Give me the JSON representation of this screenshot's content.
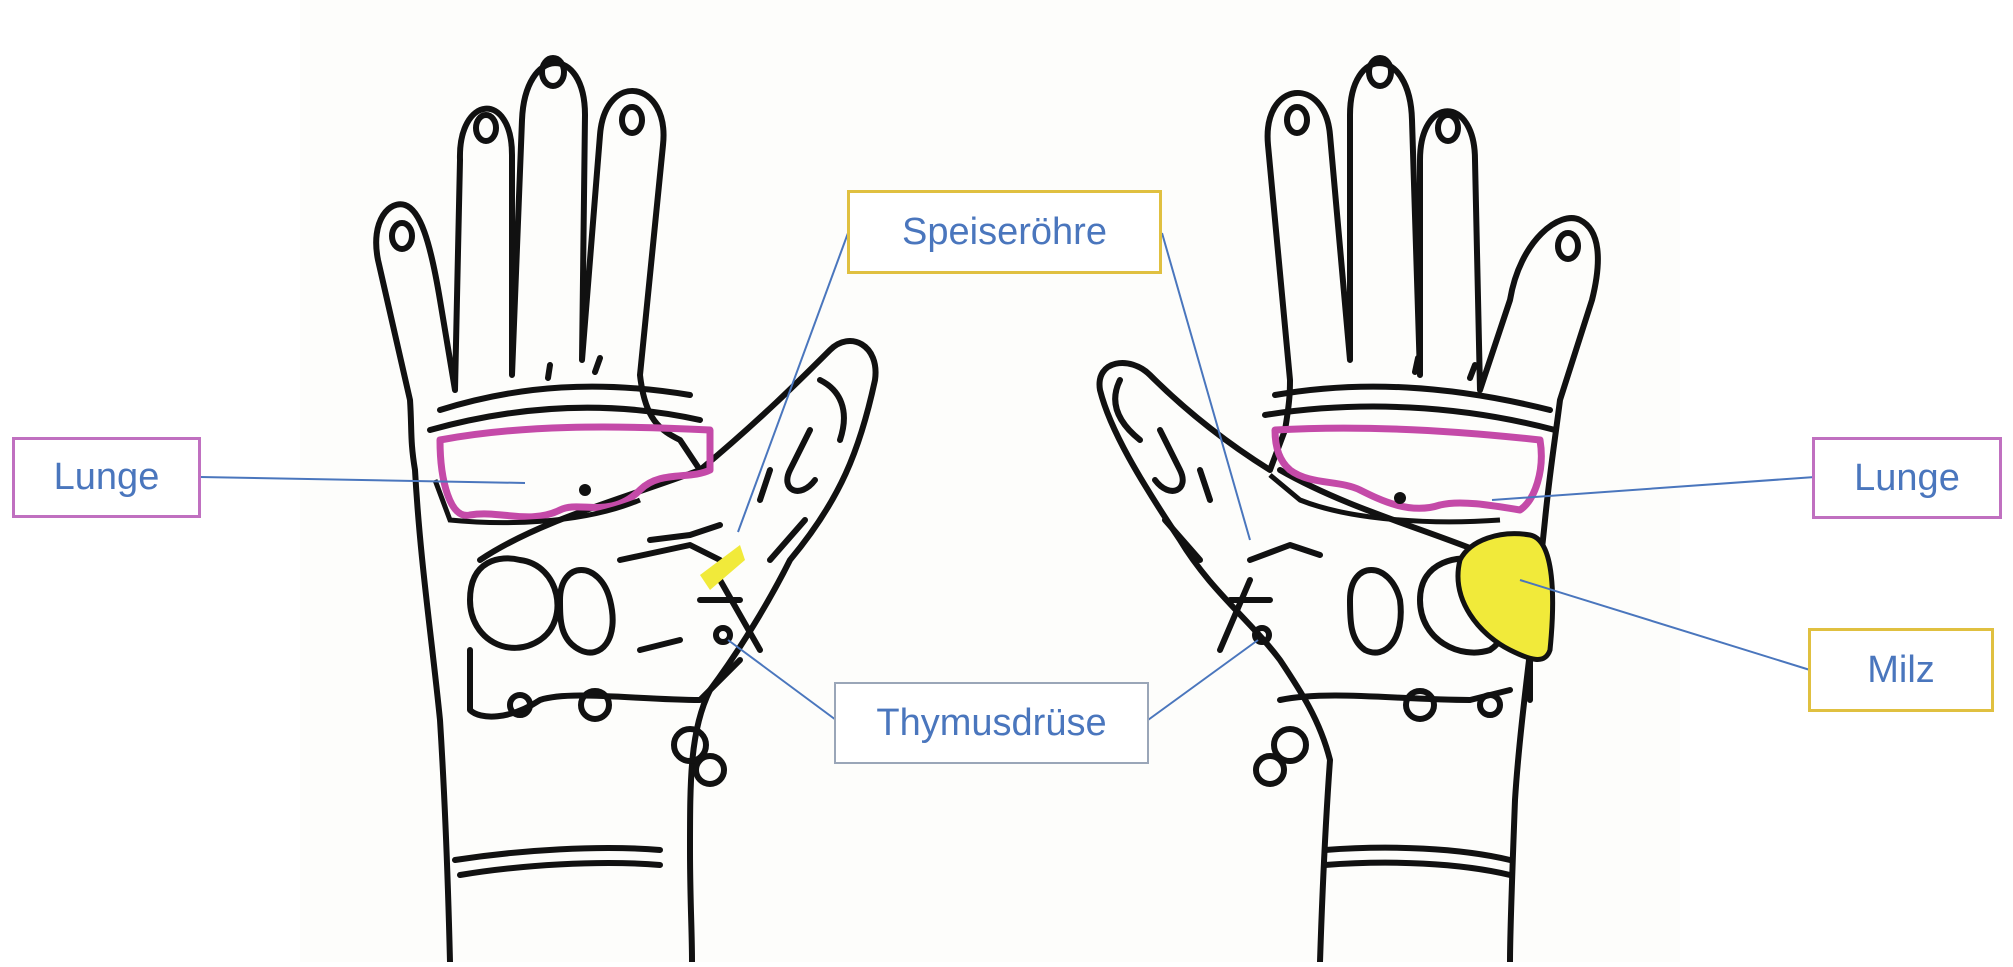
{
  "diagram": {
    "background": "#fdfdfb",
    "colors": {
      "outline": "#111111",
      "lung": "#c44aa8",
      "spleen": "#f1ea3a",
      "leader": "#4a76bd",
      "label_text": "#4a76bd",
      "border_lung": "#c070c0",
      "border_gold": "#e0c040",
      "border_grey": "#9aa6b8"
    },
    "labels": {
      "speiseroehre": "Speiseröhre",
      "lunge_left": "Lunge",
      "lunge_right": "Lunge",
      "milz": "Milz",
      "thymusdruese": "Thymusdrüse"
    }
  }
}
